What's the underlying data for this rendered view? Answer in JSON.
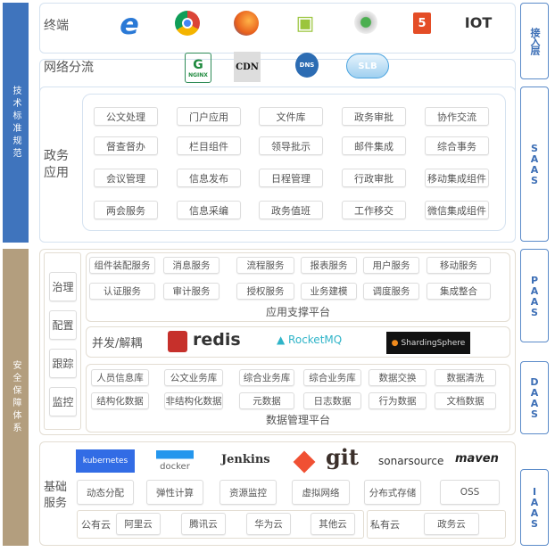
{
  "left": {
    "tech": "技术标准规范",
    "security": "安全保障体系"
  },
  "right": {
    "access": "接入层",
    "saas": "SAAS",
    "paas": "PAAS",
    "daas": "DAAS",
    "iaas": "IAAS"
  },
  "terminal": {
    "label": "终端",
    "icons": [
      "ie-icon",
      "chrome-icon",
      "firefox-icon",
      "android-icon",
      "wechat-miniprogram-icon",
      "html5-icon",
      "iot-icon"
    ],
    "iot_text": "IOT",
    "html5_text": "5"
  },
  "network": {
    "label": "网络分流",
    "nginx": "NGINX",
    "cdn": "CDN",
    "dns": "DNS",
    "slb": "SLB"
  },
  "gov": {
    "label": "政务应用",
    "items": [
      "公文处理",
      "门户应用",
      "文件库",
      "政务审批",
      "协作交流",
      "督查督办",
      "栏目组件",
      "领导批示",
      "邮件集成",
      "综合事务",
      "会议管理",
      "信息发布",
      "日程管理",
      "行政审批",
      "移动集成组件",
      "两会服务",
      "信息采编",
      "政务值班",
      "工作移交",
      "微信集成组件"
    ]
  },
  "ops": [
    "治理",
    "配置",
    "跟踪",
    "监控"
  ],
  "app_support": {
    "label": "应用支撑平台",
    "items": [
      "组件装配服务",
      "消息服务",
      "流程服务",
      "报表服务",
      "用户服务",
      "移动服务",
      "认证服务",
      "审计服务",
      "授权服务",
      "业务建模",
      "调度服务",
      "集成整合"
    ]
  },
  "concurrency": {
    "label": "并发/解耦",
    "redis": "redis",
    "rocketmq": "RocketMQ",
    "sharding": "ShardingSphere"
  },
  "data_mgmt": {
    "label": "数据管理平台",
    "items": [
      "人员信息库",
      "公文业务库",
      "综合业务库",
      "综合业务库",
      "数据交换",
      "数据清洗",
      "结构化数据",
      "非结构化数据",
      "元数据",
      "日志数据",
      "行为数据",
      "文档数据"
    ]
  },
  "infra": {
    "label": "基础服务",
    "tools": {
      "kubernetes": "kubernetes",
      "docker": "docker",
      "jenkins": "Jenkins",
      "git": "git",
      "sonar": "sonarsource",
      "maven": "maven"
    },
    "items": [
      "动态分配",
      "弹性计算",
      "资源监控",
      "虚拟网络",
      "分布式存储",
      "OSS"
    ],
    "public_label": "公有云",
    "public": [
      "阿里云",
      "腾讯云",
      "华为云",
      "其他云"
    ],
    "private_label": "私有云",
    "private": [
      "政务云"
    ]
  },
  "colors": {
    "blue": "#3f74bd",
    "tan": "#b39e7e"
  }
}
